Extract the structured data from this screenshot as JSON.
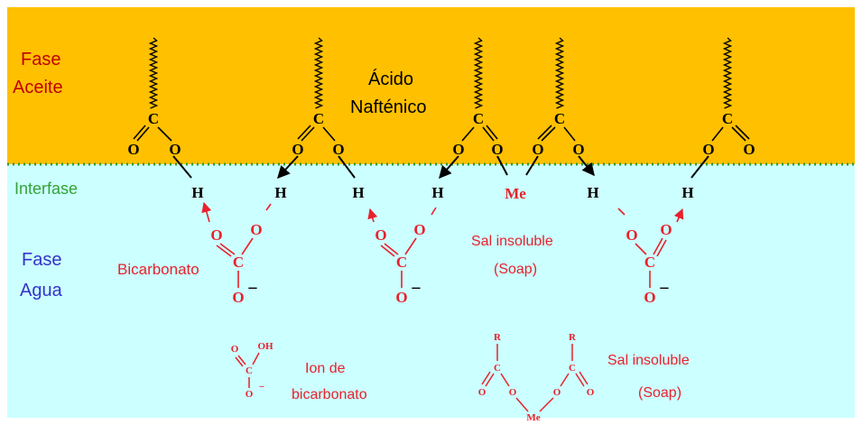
{
  "phases": {
    "oil_line1": "Fase",
    "oil_line2": "Aceite",
    "interface": "Interfase",
    "water_line1": "Fase",
    "water_line2": "Agua"
  },
  "labels": {
    "acid_line1": "Ácido",
    "acid_line2": "Nafténico",
    "bicarbonato": "Bicarbonato",
    "salt_line1": "Sal insoluble",
    "salt_line2": "(Soap)",
    "ion_line1": "Ion de",
    "ion_line2": "bicarbonato",
    "salt2_line1": "Sal insoluble",
    "salt2_line2": "(Soap)"
  },
  "atoms": {
    "carbon": "C",
    "oxygen": "O",
    "hydrogen": "H",
    "metal": "Me",
    "r_group": "R",
    "hydroxyl": "OH",
    "minus": "−"
  },
  "colors": {
    "oil_phase": "#FFC000",
    "water_phase": "#CCFFFF",
    "interface_dots": "#339933",
    "oil_text": "#C00000",
    "interface_text": "#33A33A",
    "water_text": "#3333CC",
    "reactant_red": "#E8212C",
    "bond_black": "#000000"
  }
}
